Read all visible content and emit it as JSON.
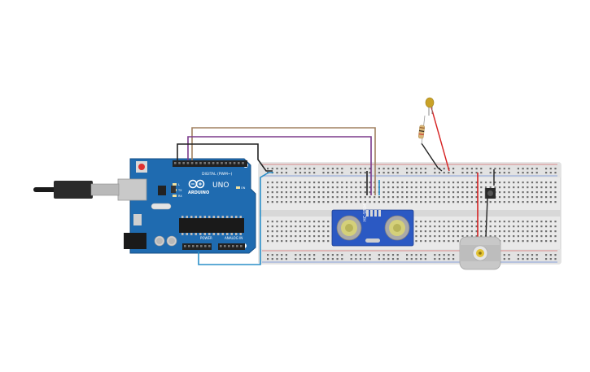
{
  "colors": {
    "arduino_board": "#1f6bb0",
    "breadboard": "#e9e9e9",
    "wire_brown": "#a08060",
    "wire_purple": "#7b3a8c",
    "wire_black": "#222222",
    "wire_blue": "#2a8fc9",
    "wire_red": "#d62222",
    "sensor_board": "#2b59c3",
    "motor_body": "#c8c8c8"
  },
  "arduino": {
    "brand": "ARDUINO",
    "model": "UNO",
    "digital_label": "DIGITAL (PWM~)",
    "power_label": "POWER",
    "analog_label": "ANALOG IN",
    "tx_label": "TX",
    "rx_label": "RX",
    "l_label": "L",
    "on_label": "ON"
  },
  "sensor": {
    "model": "HC-SR04"
  },
  "icons": {
    "usb_cable": "usb-cable-icon",
    "led": "led-icon",
    "resistor": "resistor-icon",
    "push_button": "push-button-icon",
    "dc_motor": "dc-motor-icon"
  }
}
